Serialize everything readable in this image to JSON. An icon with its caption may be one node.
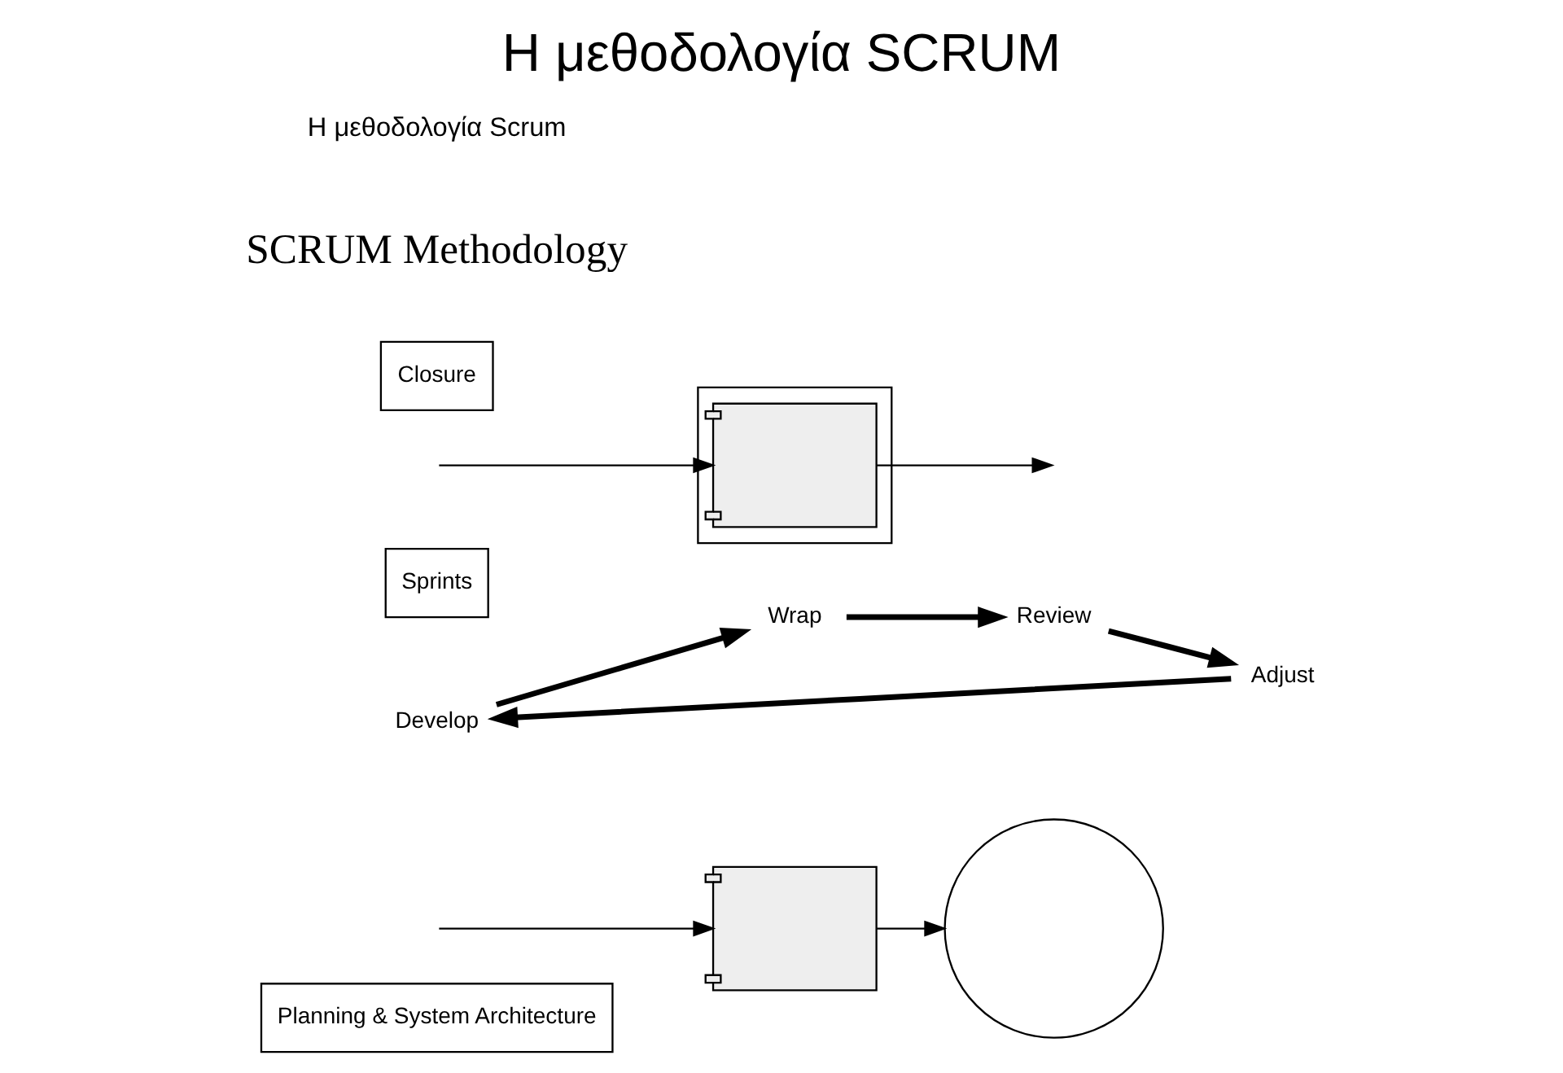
{
  "diagram": {
    "title": "Η μεθοδολογία SCRUM",
    "caption": "Η μεθοδολογία Scrum",
    "nodes": [
      {
        "text": [
          "Planning & System Architecture"
        ]
      },
      {
        "text": [],
        "shape": "picture"
      },
      {
        "text": [
          "Develop"
        ]
      },
      {
        "text": [
          "Wrap"
        ]
      },
      {
        "text": [],
        "shape": "circle"
      },
      {
        "text": [
          "Adjust"
        ]
      },
      {
        "text": [
          "Review"
        ]
      },
      {
        "text": [
          "Sprints"
        ]
      },
      {
        "text": [],
        "shape": "box"
      },
      {
        "text": [],
        "shape": "picture",
        "in": 8
      },
      {
        "text": [
          "Closure"
        ]
      }
    ],
    "edges": [
      {
        "from": null,
        "to": 1,
        "arrow": "to"
      },
      {
        "from": 1,
        "to": 4,
        "arrow": "to"
      },
      {
        "from": 2,
        "to": 3,
        "arrow": "to",
        "style": "thick"
      },
      {
        "from": 3,
        "to": 6,
        "arrow": "to",
        "style": "thick"
      },
      {
        "from": 6,
        "to": 5,
        "arrow": "to",
        "style": "thick"
      },
      {
        "from": 5,
        "to": 2,
        "arrow": "to",
        "style": "thick"
      },
      {
        "from": null,
        "to": 9,
        "arrow": "to"
      },
      {
        "from": 9,
        "to": null,
        "arrow": "to"
      }
    ],
    "labels": [
      "SCRUM Methodology"
    ]
  }
}
